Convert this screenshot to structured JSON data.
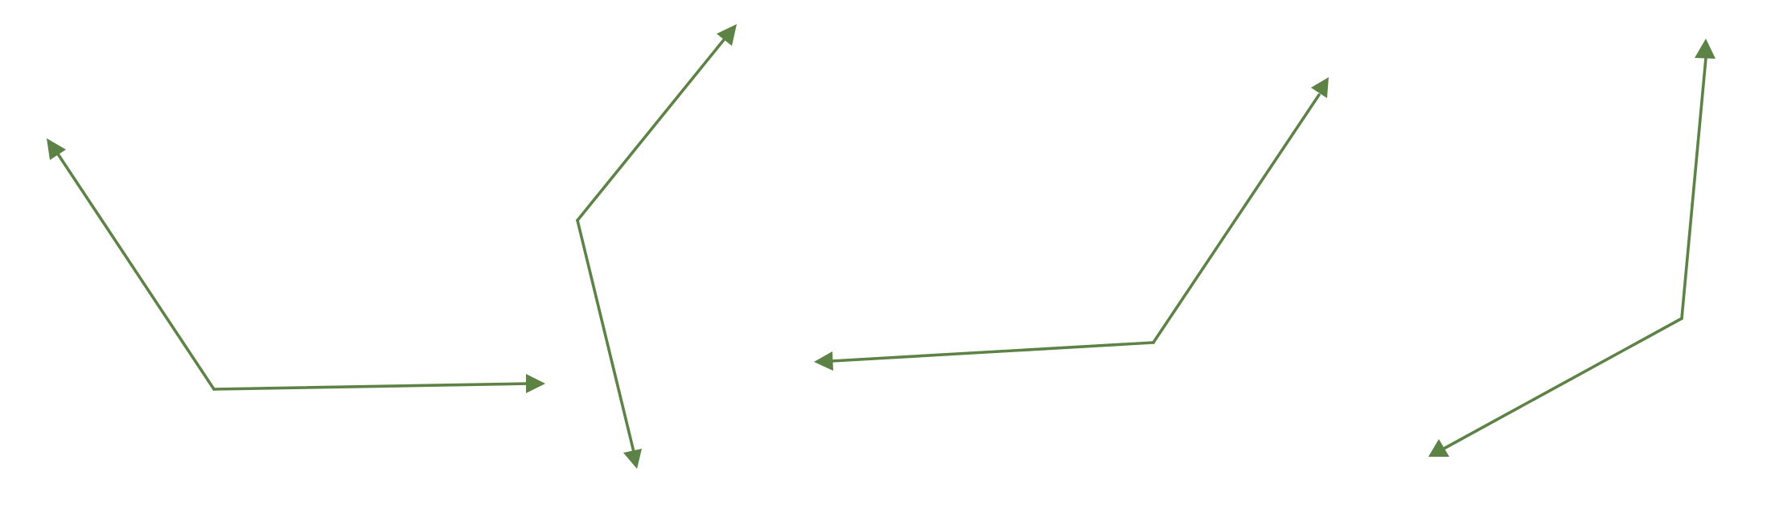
{
  "colors": {
    "background": "#ffffff",
    "stroke": "#5d8246"
  },
  "figures": [
    {
      "name": "angle-1",
      "rays": [
        "ray-1a",
        "ray-1b"
      ]
    },
    {
      "name": "angle-2",
      "rays": [
        "ray-2a",
        "ray-2b"
      ]
    },
    {
      "name": "angle-3",
      "rays": [
        "ray-3a",
        "ray-3b"
      ]
    },
    {
      "name": "angle-4",
      "rays": [
        "ray-4a",
        "ray-4b"
      ]
    }
  ]
}
